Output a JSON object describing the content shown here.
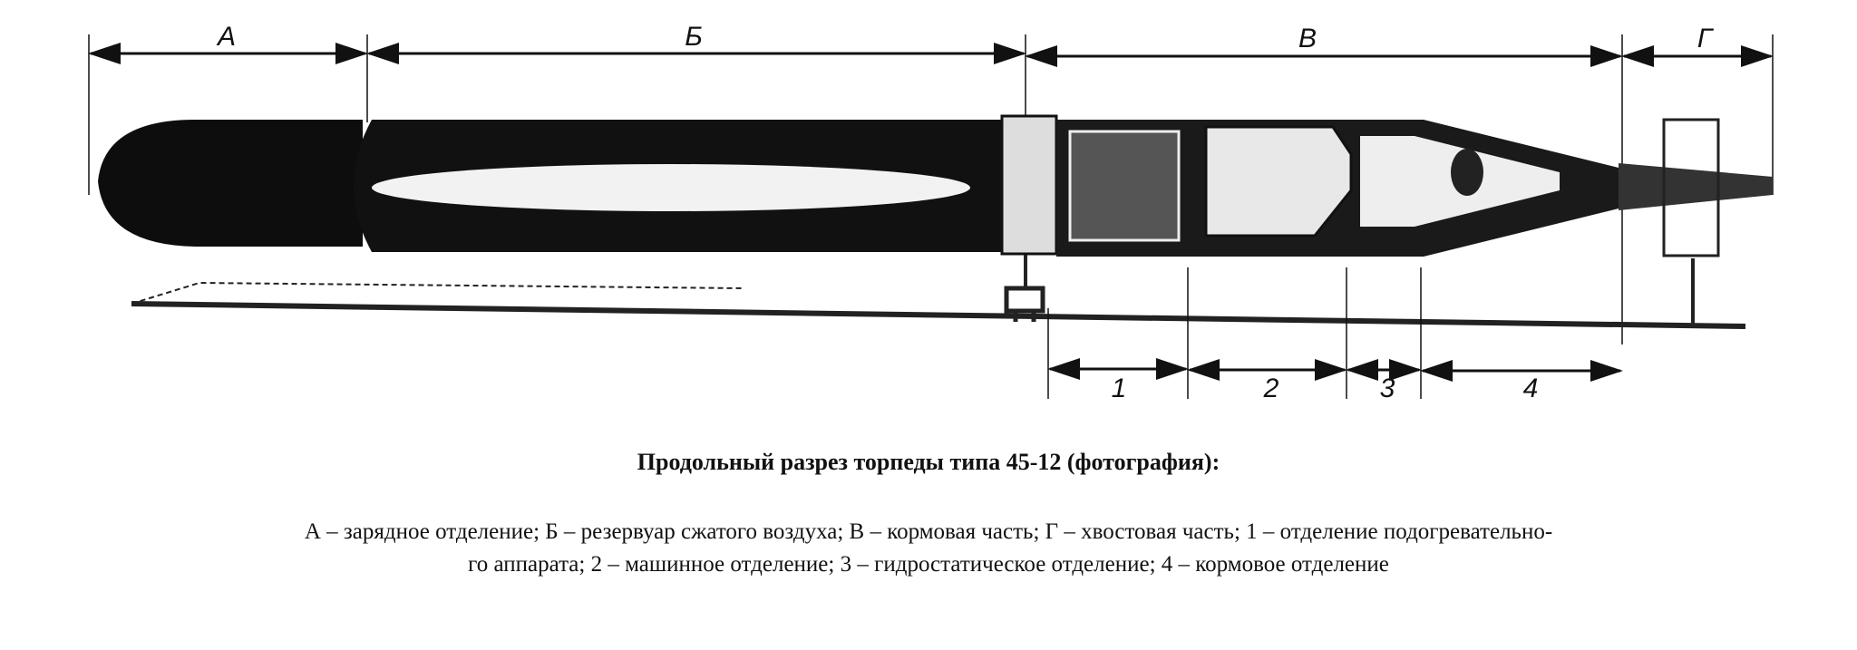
{
  "figure": {
    "section_labels": [
      "А",
      "Б",
      "В",
      "Г"
    ],
    "subsection_labels": [
      "1",
      "2",
      "3",
      "4"
    ]
  },
  "caption": {
    "title": "Продольный разрез торпеды типа 45-12 (фотография):",
    "line1": "А – зарядное отделение; Б – резервуар сжатого воздуха; В – кормовая часть; Г – хвостовая часть; 1 – отделение подогревательно-",
    "line2": "го аппарата; 2 – машинное отделение; 3 – гидростатическое отделение; 4 – кормовое отделение"
  }
}
